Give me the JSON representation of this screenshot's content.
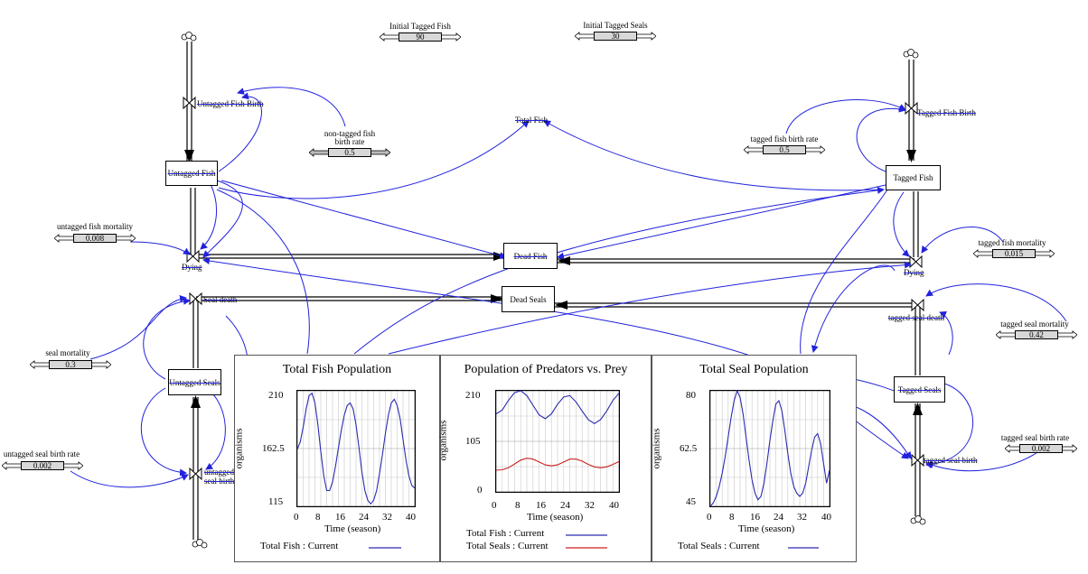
{
  "stocks": {
    "untagged_fish": "Untagged Fish",
    "tagged_fish": "Tagged Fish",
    "dead_fish": "Dead Fish",
    "dead_seals": "Dead Seals",
    "untagged_seals": "Untagged Seals",
    "tagged_seals": "Tagged Seals"
  },
  "flows": {
    "untagged_fish_birth": "Untagged Fish Birth",
    "tagged_fish_birth": "Tagged Fish Birth",
    "dying_left": "Dying",
    "dying_right": "Dying",
    "seal_death": "Seal death",
    "tagged_seal_death": "tagged seal death",
    "untagged_seal_birth": "untagged seal birth",
    "tagged_seal_birth": "tagged seal birth"
  },
  "aux": {
    "total_fish": "Total Fish"
  },
  "parameters": {
    "initial_tagged_fish": {
      "label": "Initial Tagged Fish",
      "value": "90"
    },
    "initial_tagged_seals": {
      "label": "Initial Tagged Seals",
      "value": "30"
    },
    "non_tagged_fish_birth_rate": {
      "label1": "non-tagged fish",
      "label2": "birth rate",
      "value": "0.5"
    },
    "tagged_fish_birth_rate": {
      "label": "tagged fish birth rate",
      "value": "0.5"
    },
    "untagged_fish_mortality": {
      "label": "untagged fish mortality",
      "value": "0.008"
    },
    "tagged_fish_mortality": {
      "label": "tagged fish mortality",
      "value": "0.015"
    },
    "seal_mortality": {
      "label": "seal mortality",
      "value": "0.3"
    },
    "tagged_seal_mortality": {
      "label": "tagged seal mortality",
      "value": "0.42"
    },
    "untagged_seal_birth_rate": {
      "label": "untagged seal birth rate",
      "value": "0.002"
    },
    "tagged_seal_birth_rate": {
      "label": "tagged seal birth rate",
      "value": "0.002"
    }
  },
  "colors": {
    "link": "#2222dd",
    "fish_line": "#2b2bb0",
    "seal_line": "#cc2020"
  },
  "chart_data": [
    {
      "type": "line",
      "title": "Total Fish Population",
      "xlabel": "Time (season)",
      "ylabel": "organisms",
      "xlim": [
        0,
        40
      ],
      "ylim": [
        115,
        210
      ],
      "xticks": [
        "0",
        "8",
        "16",
        "24",
        "32",
        "40"
      ],
      "yticks": [
        "210",
        "162.5",
        "115"
      ],
      "grid": true,
      "series": [
        {
          "name": "Total Fish : Current",
          "color": "#2b2bb0",
          "x": [
            0,
            1,
            2,
            3,
            4,
            5,
            6,
            7,
            8,
            9,
            10,
            11,
            12,
            13,
            14,
            15,
            16,
            17,
            18,
            19,
            20,
            21,
            22,
            23,
            24,
            25,
            26,
            27,
            28,
            29,
            30,
            31,
            32,
            33,
            34,
            35,
            36,
            37,
            38,
            39,
            40
          ],
          "y": [
            162,
            168,
            180,
            195,
            206,
            208,
            200,
            182,
            160,
            140,
            128,
            128,
            135,
            148,
            163,
            178,
            190,
            198,
            200,
            195,
            182,
            163,
            143,
            128,
            120,
            117,
            120,
            128,
            142,
            158,
            175,
            190,
            200,
            203,
            198,
            187,
            170,
            153,
            140,
            132,
            130
          ]
        }
      ]
    },
    {
      "type": "line",
      "title": "Population of Predators vs. Prey",
      "xlabel": "Time (season)",
      "ylabel": "organisms",
      "xlim": [
        0,
        40
      ],
      "ylim": [
        0,
        210
      ],
      "xticks": [
        "0",
        "8",
        "16",
        "24",
        "32",
        "40"
      ],
      "yticks": [
        "210",
        "105",
        "0"
      ],
      "grid": true,
      "series": [
        {
          "name": "Total Fish : Current",
          "color": "#2b2bb0",
          "x": [
            0,
            2,
            4,
            6,
            8,
            10,
            12,
            14,
            16,
            18,
            20,
            22,
            24,
            26,
            28,
            30,
            32,
            34,
            36,
            38,
            40
          ],
          "y": [
            162,
            170,
            190,
            206,
            210,
            200,
            180,
            160,
            152,
            162,
            182,
            197,
            200,
            187,
            168,
            150,
            142,
            150,
            168,
            190,
            205
          ]
        },
        {
          "name": "Total Seals : Current",
          "color": "#cc2020",
          "x": [
            0,
            2,
            4,
            6,
            8,
            10,
            12,
            14,
            16,
            18,
            20,
            22,
            24,
            26,
            28,
            30,
            32,
            34,
            36,
            38,
            40
          ],
          "y": [
            45,
            46,
            50,
            58,
            66,
            70,
            68,
            62,
            56,
            54,
            56,
            62,
            68,
            68,
            64,
            57,
            52,
            50,
            52,
            57,
            63
          ]
        }
      ]
    },
    {
      "type": "line",
      "title": "Total Seal Population",
      "xlabel": "Time (season)",
      "ylabel": "organisms",
      "xlim": [
        0,
        40
      ],
      "ylim": [
        45,
        80
      ],
      "xticks": [
        "0",
        "8",
        "16",
        "24",
        "32",
        "40"
      ],
      "yticks": [
        "80",
        "62.5",
        "45"
      ],
      "grid": true,
      "series": [
        {
          "name": "Total Seals : Current",
          "color": "#2b2bb0",
          "x": [
            0,
            1,
            2,
            3,
            4,
            5,
            6,
            7,
            8,
            9,
            10,
            11,
            12,
            13,
            14,
            15,
            16,
            17,
            18,
            19,
            20,
            21,
            22,
            23,
            24,
            25,
            26,
            27,
            28,
            29,
            30,
            31,
            32,
            33,
            34,
            35,
            36,
            37,
            38,
            39,
            40
          ],
          "y": [
            45,
            46,
            48,
            51,
            55,
            60,
            66,
            72,
            77,
            80,
            78,
            73,
            66,
            59,
            53,
            49,
            47,
            48,
            52,
            58,
            65,
            71,
            76,
            77,
            74,
            68,
            61,
            55,
            51,
            49,
            48,
            49,
            52,
            57,
            62,
            66,
            67,
            64,
            58,
            52,
            56
          ]
        }
      ]
    }
  ]
}
